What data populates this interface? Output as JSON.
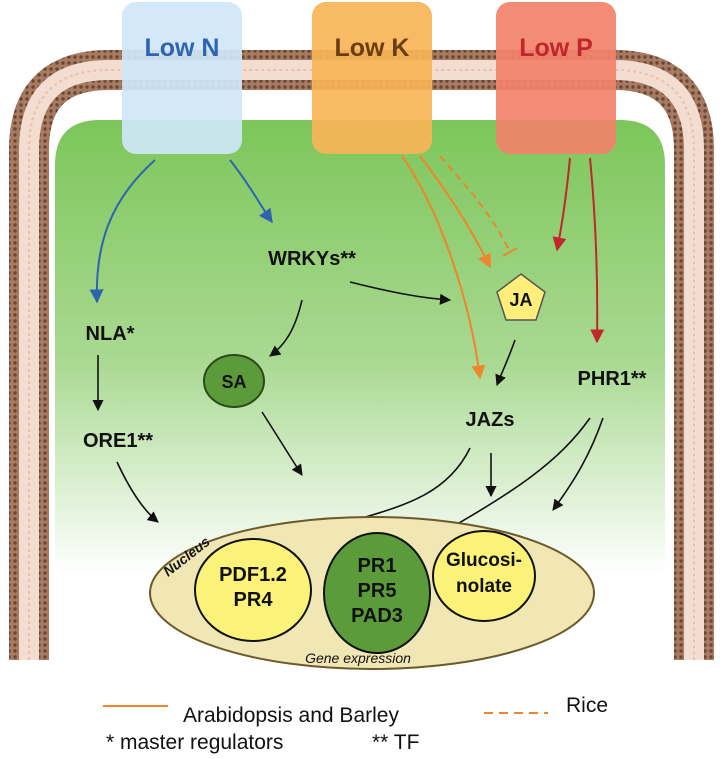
{
  "nutrients": {
    "low_n": "Low N",
    "low_k": "Low K",
    "low_p": "Low P"
  },
  "nodes": {
    "wrkys": "WRKYs**",
    "nla": "NLA*",
    "ore1": "ORE1**",
    "sa": "SA",
    "ja": "JA",
    "jazs": "JAZs",
    "phr1": "PHR1**"
  },
  "nucleus": {
    "title": "Nucleus",
    "gene_expression": "Gene expression",
    "group1": [
      "PDF1.2",
      "PR4"
    ],
    "group2": [
      "PR1",
      "PR5",
      "PAD3"
    ],
    "group3": [
      "Glucosi-",
      "nolate"
    ]
  },
  "legend": {
    "solid_label": "Arabidopsis and Barley",
    "dashed_label": "Rice",
    "master_regulators": "* master regulators",
    "tf": "** TF"
  },
  "colors": {
    "low_n": "#2f63b0",
    "low_k": "#f0852d",
    "low_p": "#c0262c",
    "cell_green": "#8fcf6e",
    "sa_fill": "#5c9b3a",
    "ja_fill": "#ffee7a",
    "nucleus_fill": "#f1e7b4",
    "yellow_group": "#fbf27a"
  }
}
